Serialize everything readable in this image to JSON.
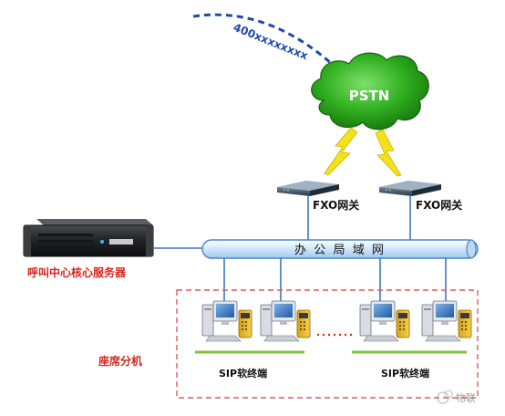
{
  "colors": {
    "cloud": "#2fae1f",
    "cloud_dark": "#1d7a12",
    "dialin_arrow": "#1f4aa8",
    "lightning": "#f3e11a",
    "network_bar": "#d9ecfb",
    "network_bar_edge": "#4a86c5",
    "connector": "#3b78c2",
    "red_label": "#d8261d",
    "dashed_box": "#e05a5a",
    "underline": "#7fc43a",
    "server": "#1e1f22"
  },
  "dial_in": {
    "text": "400xxxxxxxx"
  },
  "pstn": {
    "label": "PSTN"
  },
  "gateways": [
    {
      "label": "FXO网关"
    },
    {
      "label": "FXO网关"
    }
  ],
  "network": {
    "label": "办  公  局  域  网"
  },
  "server": {
    "label": "呼叫中心核心服务器"
  },
  "agents": {
    "label": "座席分机",
    "groups": [
      {
        "label": "SIP软终端"
      },
      {
        "label": "SIP软终端"
      }
    ]
  },
  "watermark": {
    "text": "物联"
  }
}
